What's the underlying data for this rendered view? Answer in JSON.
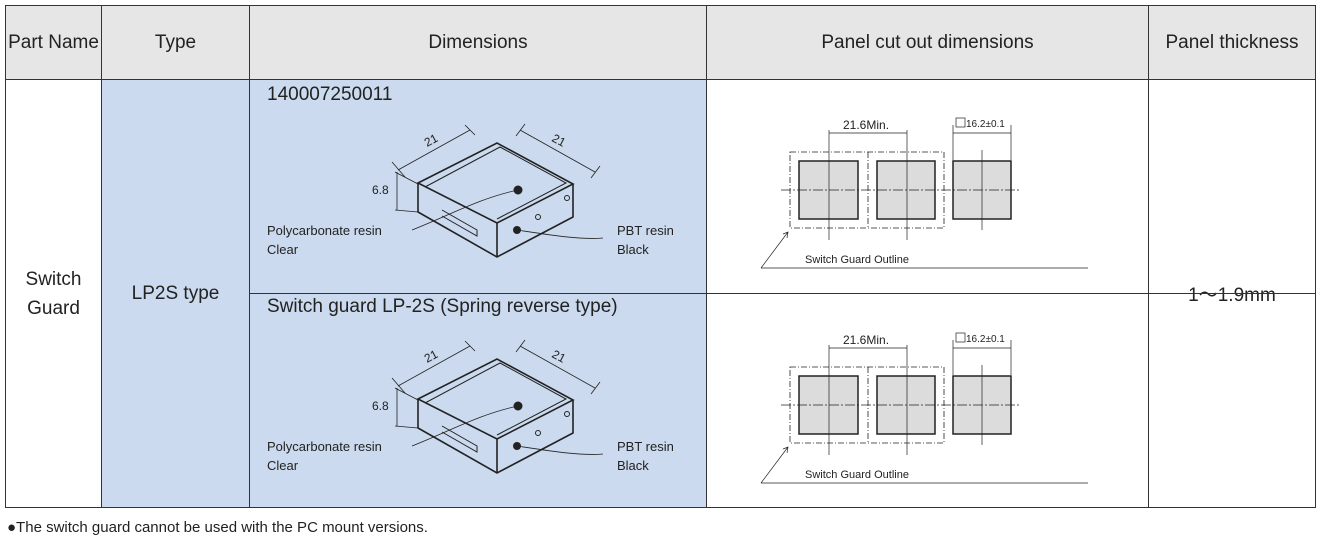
{
  "headers": [
    "Part Name",
    "Type",
    "Dimensions",
    "Panel cut out dimensions",
    "Panel thickness"
  ],
  "row": {
    "part_name": "Switch\nGuard",
    "type": "LP2S type",
    "thickness": "1～1.9mm"
  },
  "variants": [
    {
      "caption": "140007250011",
      "dim_21a": "21",
      "dim_21b": "21",
      "dim_height": "6.8",
      "mat1": "Polycarbonate resin",
      "mat1_color": "Clear",
      "mat2": "PBT resin",
      "mat2_color": "Black",
      "pitch": "21.6Min.",
      "square": "16.2±0.1",
      "outline": "Switch Guard Outline"
    },
    {
      "caption": "Switch guard LP-2S (Spring reverse type)",
      "dim_21a": "21",
      "dim_21b": "21",
      "dim_height": "6.8",
      "mat1": "Polycarbonate resin",
      "mat1_color": "Clear",
      "mat2": "PBT resin",
      "mat2_color": "Black",
      "pitch": "21.6Min.",
      "square": "16.2±0.1",
      "outline": "Switch Guard Outline"
    }
  ],
  "note": "●The switch guard cannot be used with the PC mount versions.",
  "colors": {
    "header_bg": "#e6e6e6",
    "blue_bg": "#cbdaee",
    "square_fill": "#dcdcdc"
  }
}
